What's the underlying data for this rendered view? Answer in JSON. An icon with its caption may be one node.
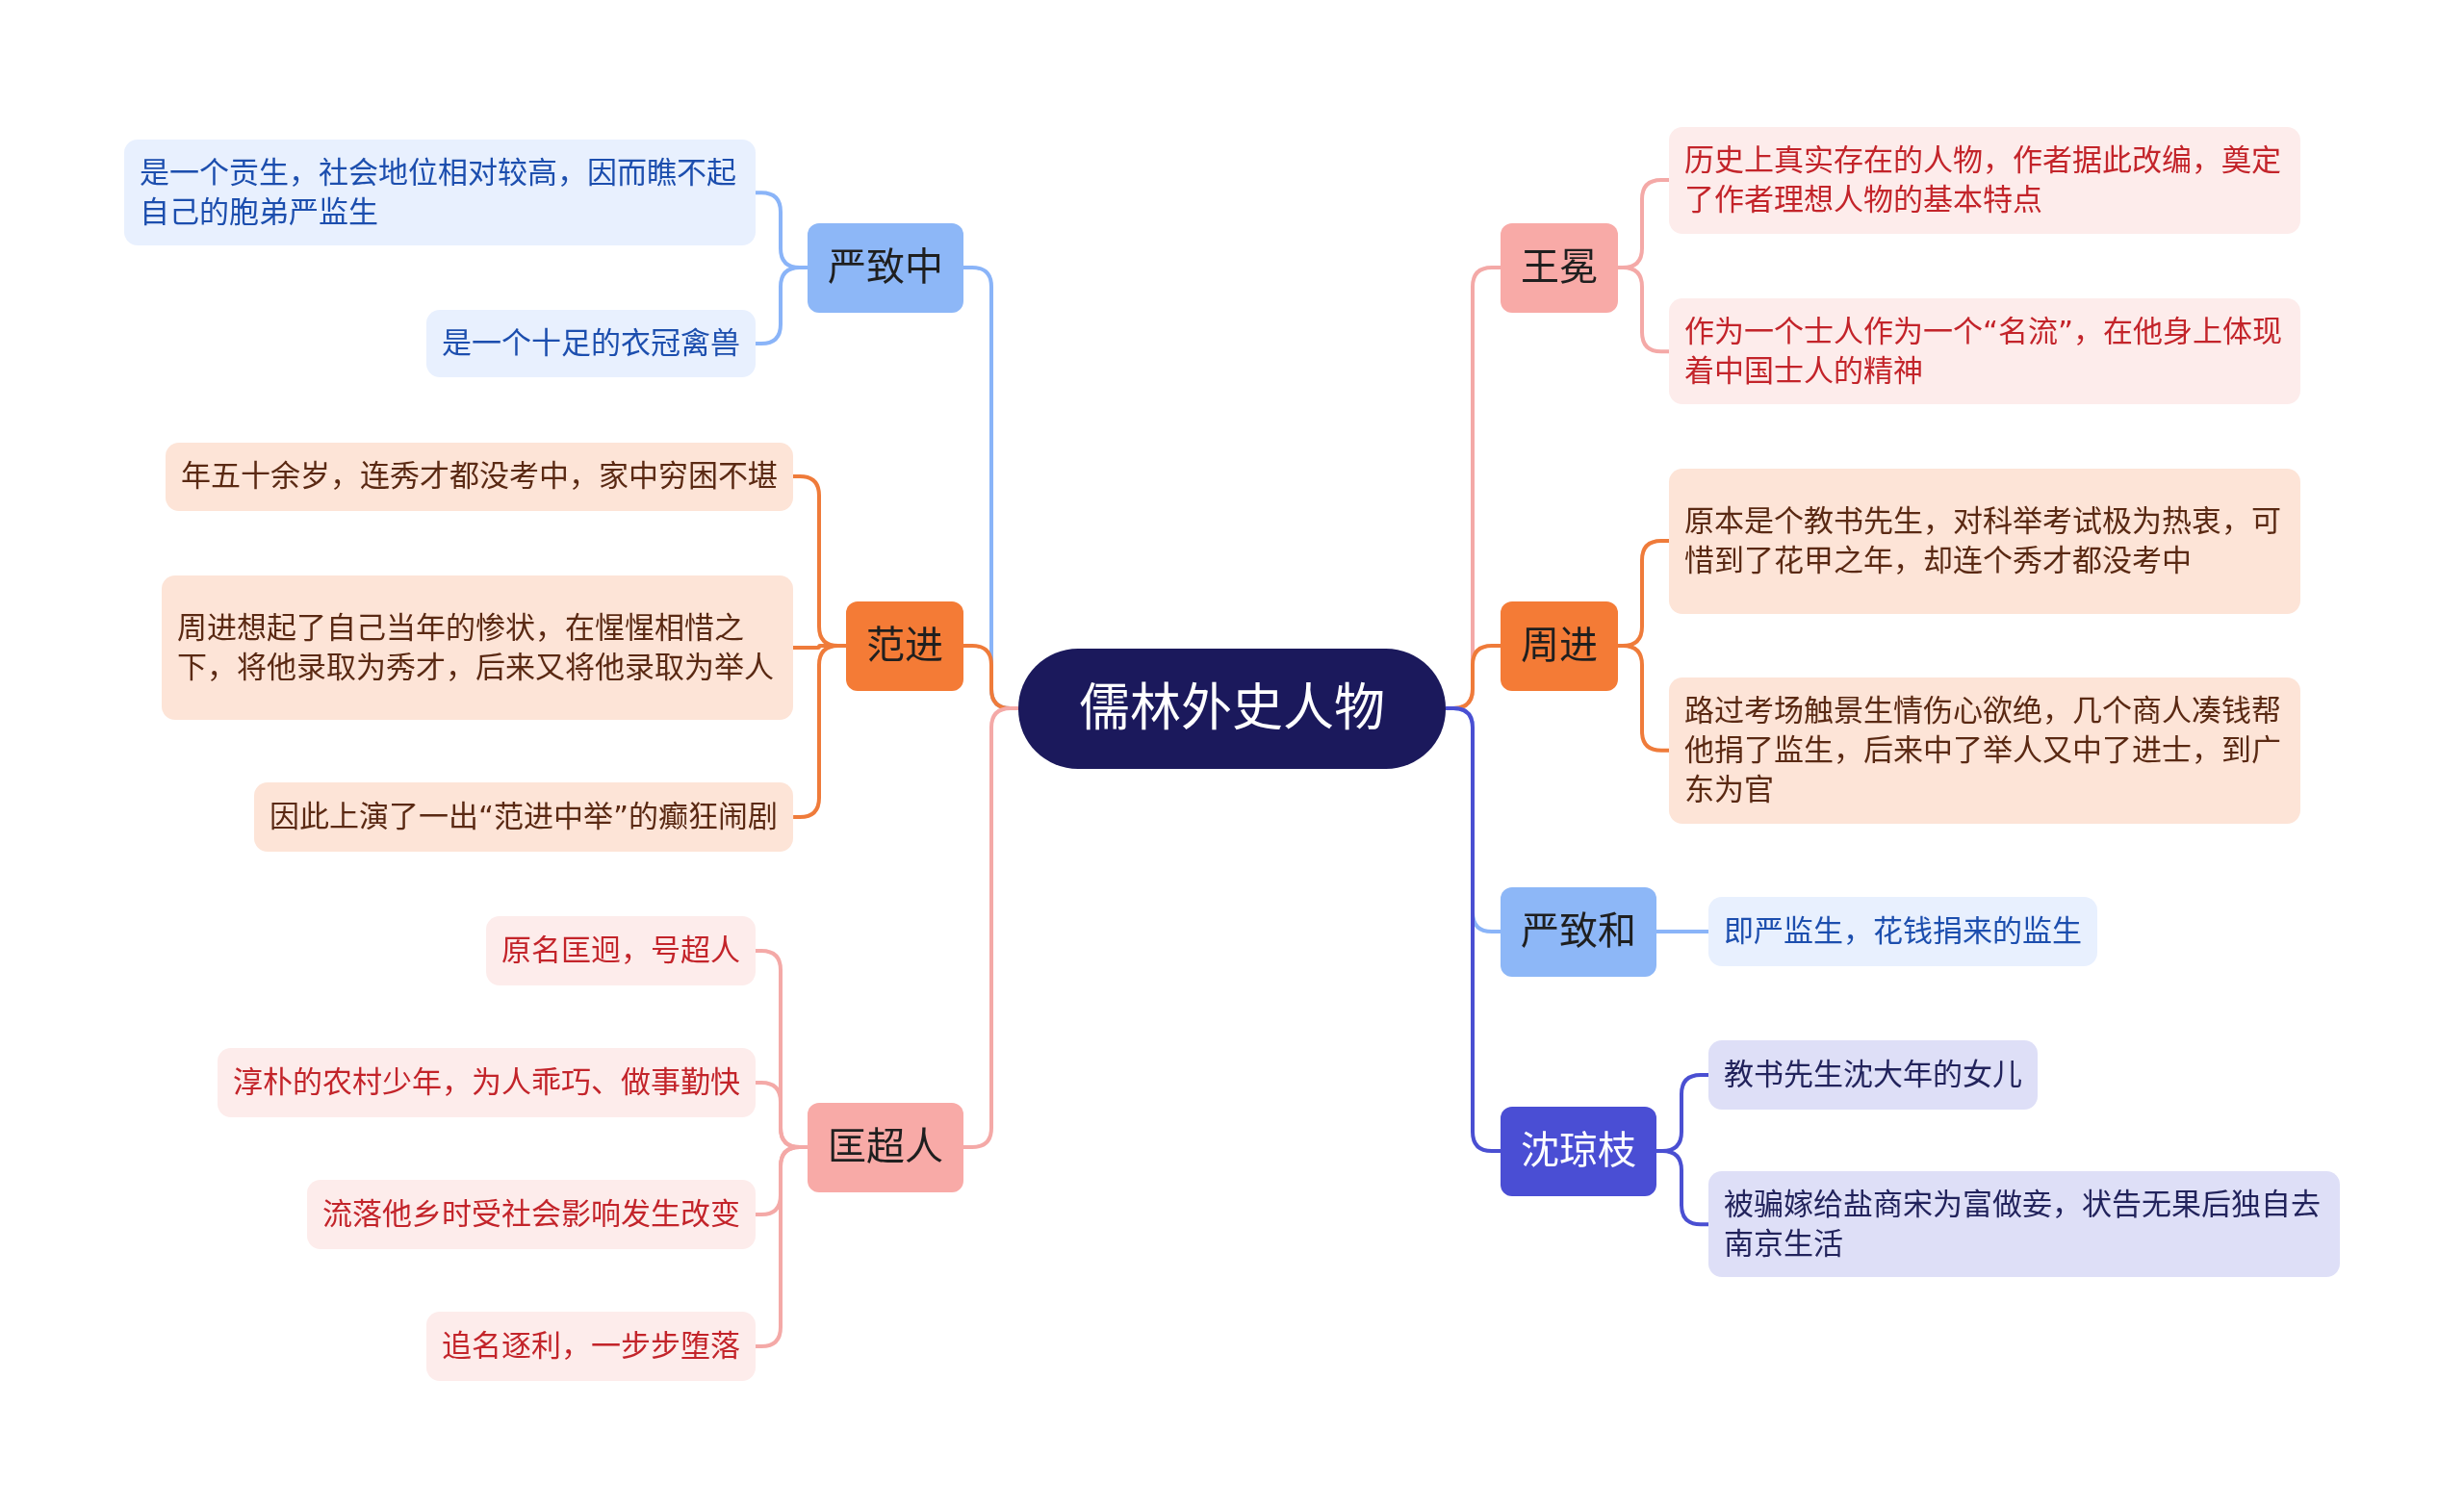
{
  "diagram": {
    "nodes": [
      {
        "text": [
          "儒林外史人物"
        ]
      },
      {
        "text": [
          "严致中"
        ]
      },
      {
        "text": [
          "是一个贡生，社会地位相对较高，因而瞧不起自己的胞弟严监生"
        ]
      },
      {
        "text": [
          "是一个十足的衣冠禽兽"
        ]
      },
      {
        "text": [
          "范进"
        ]
      },
      {
        "text": [
          "年五十余岁，连秀才都没考中，家中穷困不堪"
        ]
      },
      {
        "text": [
          "周进想起了自己当年的惨状，在惺惺相惜之下，将他录取为秀才，后来又将他录取为举人"
        ]
      },
      {
        "text": [
          "因此上演了一出“范进中举”的癫狂闹剧"
        ]
      },
      {
        "text": [
          "匡超人"
        ]
      },
      {
        "text": [
          "原名匡迥，号超人"
        ]
      },
      {
        "text": [
          "淳朴的农村少年，为人乖巧、做事勤快"
        ]
      },
      {
        "text": [
          "流落他乡时受社会影响发生改变"
        ]
      },
      {
        "text": [
          "追名逐利，一步步堕落"
        ]
      },
      {
        "text": [
          "王冕"
        ]
      },
      {
        "text": [
          "历史上真实存在的人物，作者据此改编，奠定了作者理想人物的基本特点"
        ]
      },
      {
        "text": [
          "作为一个士人作为一个“名流”，在他身上体现着中国士人的精神"
        ]
      },
      {
        "text": [
          "周进"
        ]
      },
      {
        "text": [
          "原本是个教书先生，对科举考试极为热衷，可惜到了花甲之年，却连个秀才都没考中"
        ]
      },
      {
        "text": [
          "路过考场触景生情伤心欲绝，几个商人凑钱帮他捐了监生，后来中了举人又中了进士，到广东为官"
        ]
      },
      {
        "text": [
          "严致和"
        ]
      },
      {
        "text": [
          "即严监生，花钱捐来的监生"
        ]
      },
      {
        "text": [
          "沈琼枝"
        ]
      },
      {
        "text": [
          "教书先生沈大年的女儿"
        ]
      },
      {
        "text": [
          "被骗嫁给盐商宋为富做妾，状告无果后独自去南京生活"
        ]
      }
    ],
    "edges": [
      {
        "from": 0,
        "to": 1,
        "arrow": "none",
        "color": "#8ab4f8"
      },
      {
        "from": 1,
        "to": 2,
        "arrow": "none",
        "color": "#8ab4f8"
      },
      {
        "from": 1,
        "to": 3,
        "arrow": "none",
        "color": "#8ab4f8"
      },
      {
        "from": 0,
        "to": 4,
        "arrow": "none",
        "color": "#ef7b3a"
      },
      {
        "from": 4,
        "to": 5,
        "arrow": "none",
        "color": "#ef7b3a"
      },
      {
        "from": 4,
        "to": 6,
        "arrow": "none",
        "color": "#ef7b3a"
      },
      {
        "from": 4,
        "to": 7,
        "arrow": "none",
        "color": "#ef7b3a"
      },
      {
        "from": 0,
        "to": 8,
        "arrow": "none"
      },
      {
        "from": 8,
        "to": 9,
        "arrow": "none"
      },
      {
        "from": 8,
        "to": 10,
        "arrow": "none"
      },
      {
        "from": 8,
        "to": 11,
        "arrow": "none"
      },
      {
        "from": 8,
        "to": 12,
        "arrow": "none"
      },
      {
        "from": 0,
        "to": 13,
        "arrow": "none"
      },
      {
        "from": 13,
        "to": 14,
        "arrow": "none"
      },
      {
        "from": 13,
        "to": 15,
        "arrow": "none"
      },
      {
        "from": 0,
        "to": 16,
        "arrow": "none",
        "color": "#ef7b3a"
      },
      {
        "from": 16,
        "to": 17,
        "arrow": "none",
        "color": "#ef7b3a"
      },
      {
        "from": 16,
        "to": 18,
        "arrow": "none",
        "color": "#ef7b3a"
      },
      {
        "from": 0,
        "to": 19,
        "arrow": "none",
        "color": "#8ab4f8"
      },
      {
        "from": 19,
        "to": 20,
        "arrow": "none",
        "color": "#8ab4f8"
      },
      {
        "from": 0,
        "to": 21,
        "arrow": "none",
        "color": "#4a4fd2"
      },
      {
        "from": 21,
        "to": 22,
        "arrow": "none",
        "color": "#4a4fd2"
      },
      {
        "from": 21,
        "to": 23,
        "arrow": "none",
        "color": "#4a4fd2"
      }
    ]
  }
}
